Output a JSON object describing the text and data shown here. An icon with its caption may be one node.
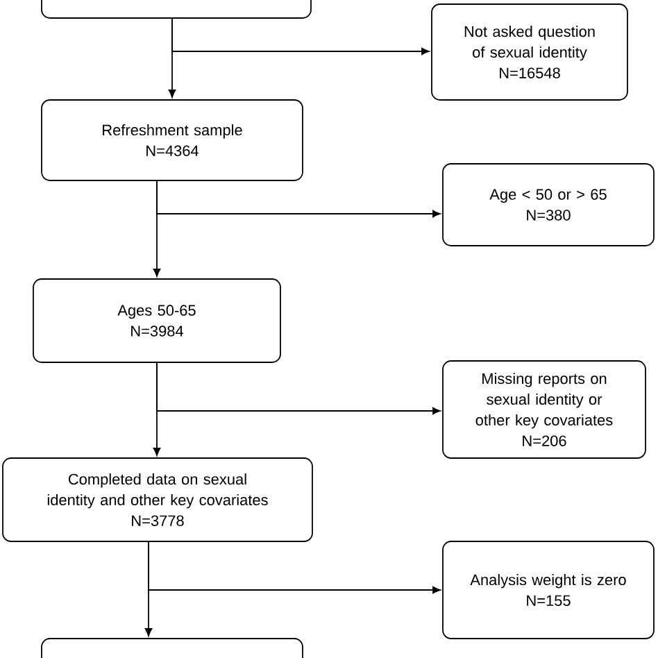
{
  "diagram": {
    "nodes": [
      {
        "text": [],
        "shape": "box"
      },
      {
        "text": [
          "Not asked question of sexual identity",
          "N=16548"
        ]
      },
      {
        "text": [
          "Refreshment sample",
          "N=4364"
        ]
      },
      {
        "text": [
          "Age < 50 or > 65",
          "N=380"
        ]
      },
      {
        "text": [
          "Ages 50-65",
          "N=3984"
        ]
      },
      {
        "text": [
          "Missing reports on sexual identity or other key covariates",
          "N=206"
        ]
      },
      {
        "text": [
          "Completed data on sexual identity and other key covariates",
          "N=3778"
        ]
      },
      {
        "text": [
          "Analysis weight is zero",
          "N=155"
        ]
      },
      {
        "text": [],
        "shape": "box"
      }
    ],
    "edges": [
      {
        "from": 0,
        "to": 2,
        "arrow": "to"
      },
      {
        "from": 0,
        "to": 1,
        "arrow": "to"
      },
      {
        "from": 2,
        "to": 4,
        "arrow": "to"
      },
      {
        "from": 2,
        "to": 3,
        "arrow": "to"
      },
      {
        "from": 4,
        "to": 6,
        "arrow": "to"
      },
      {
        "from": 4,
        "to": 5,
        "arrow": "to"
      },
      {
        "from": 6,
        "to": 8,
        "arrow": "to"
      },
      {
        "from": 6,
        "to": 7,
        "arrow": "to"
      }
    ]
  }
}
